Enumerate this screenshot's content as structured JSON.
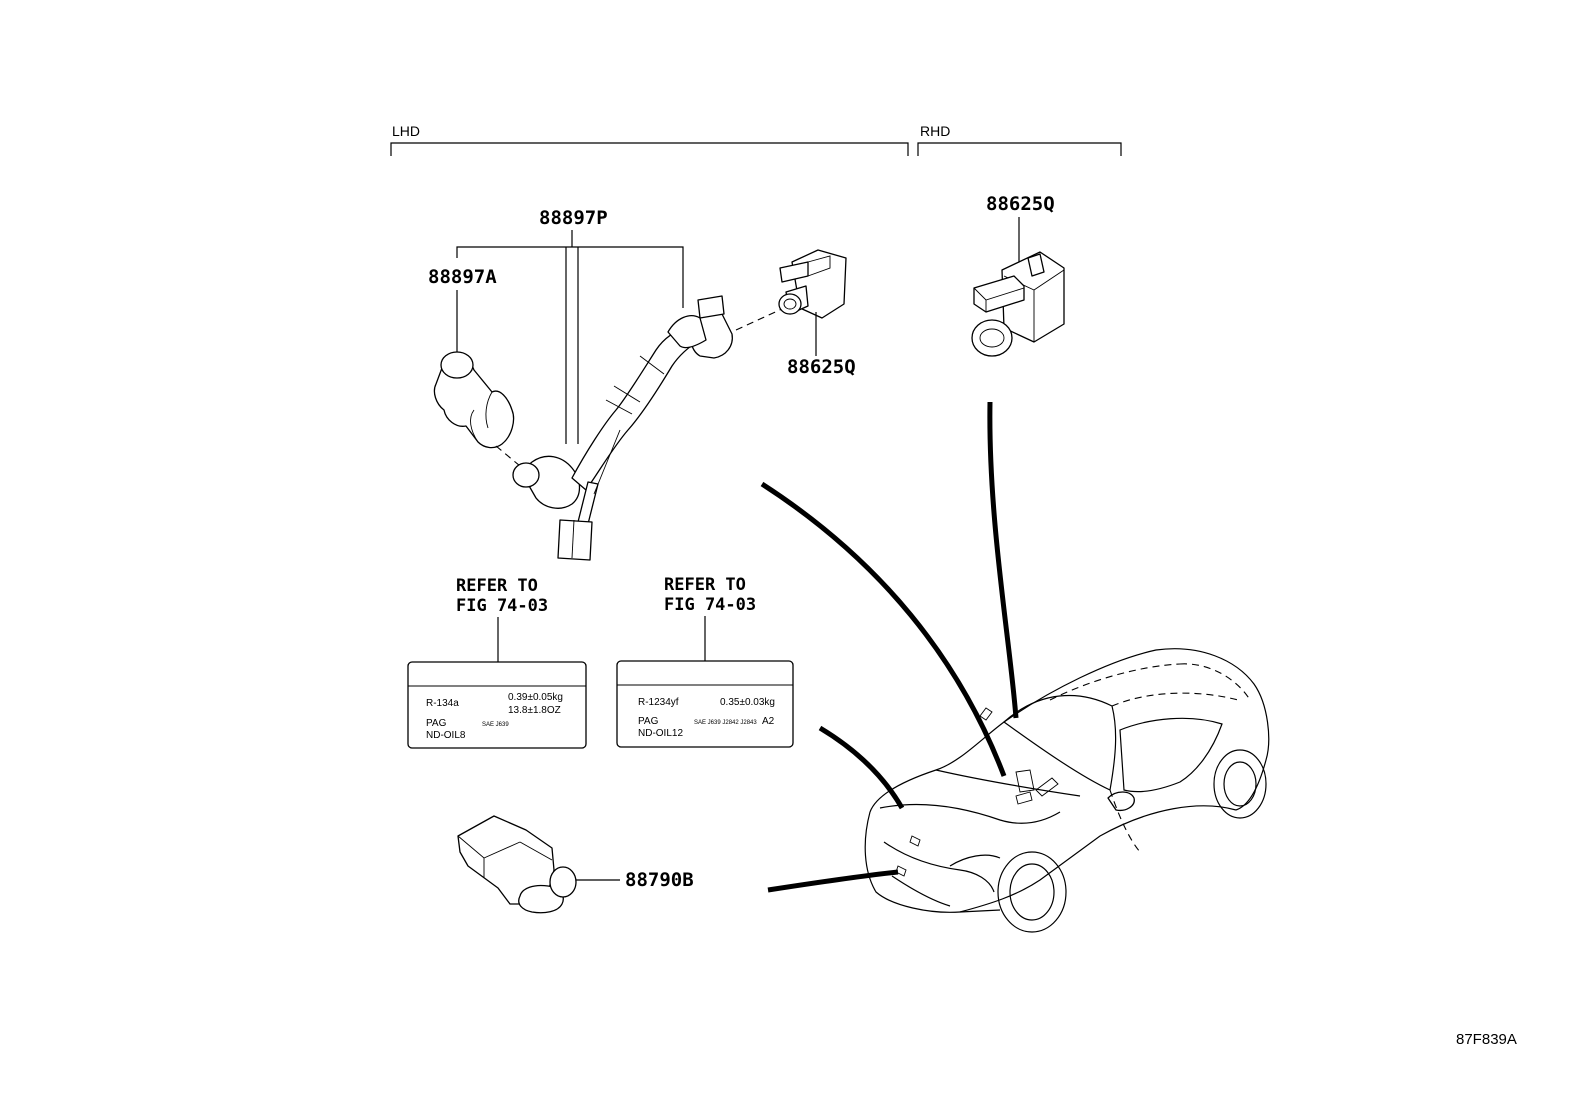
{
  "sections": {
    "lhd": "LHD",
    "rhd": "RHD"
  },
  "parts": {
    "harness": "88897P",
    "sensor_lhd": "88897A",
    "connector_lhd": "88625Q",
    "connector_rhd": "88625Q",
    "ambient_sensor": "88790B"
  },
  "labels": [
    {
      "refer_line1": "REFER TO",
      "refer_line2": "FIG 74-03",
      "refrigerant": "R-134a",
      "amount_kg": "0.39±0.05kg",
      "amount_oz": "13.8±1.8OZ",
      "oil_type": "PAG",
      "oil_name": "ND-OIL8",
      "note": "SAE J639"
    },
    {
      "refer_line1": "REFER TO",
      "refer_line2": "FIG 74-03",
      "refrigerant": "R-1234yf",
      "amount_kg": "0.35±0.03kg",
      "oil_type": "PAG",
      "oil_name": "ND-OIL12",
      "note": "SAE J639 J2842 J2843",
      "note_suffix": "A2"
    }
  ],
  "figure_code": "87F839A"
}
